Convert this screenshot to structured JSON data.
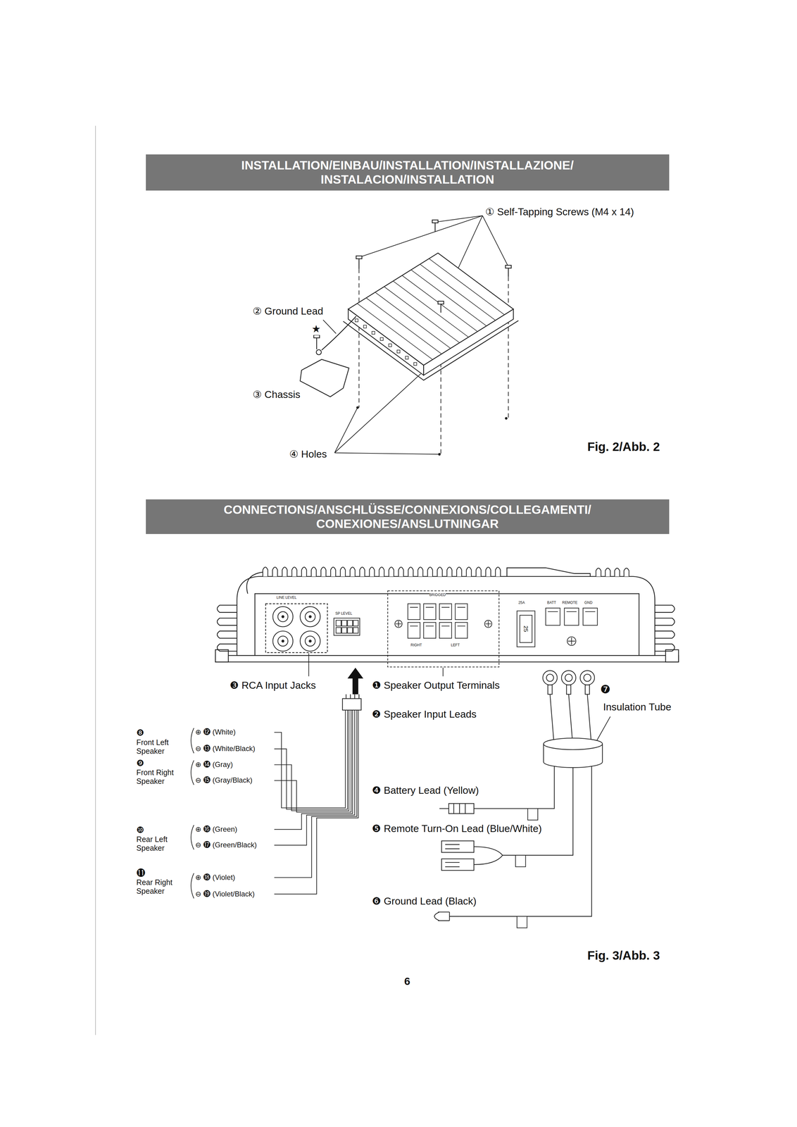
{
  "diagram": {
    "nodes": [
      {
        "text": [
          "INSTALLATION/EINBAU/INSTALLATION/INSTALLAZIONE/ INSTALACION/INSTALLATION"
        ]
      },
      {
        "text": [
          "CONNECTIONS/ANSCHLÜSSE/CONNEXIONS/COLLEGAMENTI/ CONEXIONES/ANSLUTNINGAR"
        ]
      }
    ],
    "labels": [
      "① Self-Tapping Screws (M4 x 14)",
      "② Ground Lead",
      "★",
      "③ Chassis",
      "④ Holes",
      "Fig. 2/Abb. 2",
      "LINE LEVEL",
      "SP LEVEL",
      "BRIDGED",
      "RIGHT",
      "LEFT",
      "25A",
      "BATT",
      "REMOTE",
      "GND",
      "25",
      "❸ RCA Input Jacks",
      "❶ Speaker Output Terminals",
      "❼",
      "Insulation Tube",
      "❷ Speaker Input Leads",
      "❽",
      "Front Left Speaker",
      "⊕ ⓬ (White)",
      "⊖ ⓭ (White/Black)",
      "❾",
      "Front Right Speaker",
      "⊕ ⓮ (Gray)",
      "⊖ ⓯ (Gray/Black)",
      "❹ Battery Lead (Yellow)",
      "❺ Remote Turn-On Lead (Blue/White)",
      "❿",
      "Rear Left Speaker",
      "⊕ ⓰ (Green)",
      "⊖ ⓱ (Green/Black)",
      "⓫",
      "Rear Right Speaker",
      "⊕ ⓲ (Violet)",
      "⊖ ⓳ (Violet/Black)",
      "❻ Ground Lead (Black)",
      "Fig. 3/Abb. 3",
      "6"
    ]
  }
}
